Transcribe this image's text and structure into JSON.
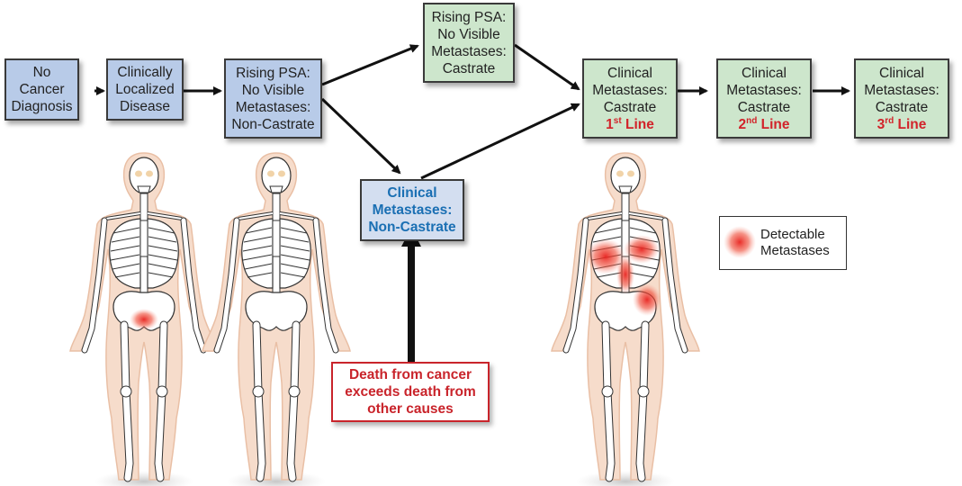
{
  "flow": {
    "no_cancer": [
      "No",
      "Cancer",
      "Diagnosis"
    ],
    "localized": [
      "Clinically",
      "Localized",
      "Disease"
    ],
    "rising_noncastrate": [
      "Rising PSA:",
      "No Visible",
      "Metastases:",
      "Non-Castrate"
    ],
    "rising_castrate": [
      "Rising PSA:",
      "No Visible",
      "Metastases:",
      "Castrate"
    ],
    "clinical_noncastrate": [
      "Clinical",
      "Metastases:",
      "Non-Castrate"
    ],
    "castrate_lines": [
      {
        "lines": [
          "Clinical",
          "Metastases:",
          "Castrate"
        ],
        "ordinal": "1",
        "suffix": "st",
        "word": "Line"
      },
      {
        "lines": [
          "Clinical",
          "Metastases:",
          "Castrate"
        ],
        "ordinal": "2",
        "suffix": "nd",
        "word": "Line"
      },
      {
        "lines": [
          "Clinical",
          "Metastases:",
          "Castrate"
        ],
        "ordinal": "3",
        "suffix": "rd",
        "word": "Line"
      }
    ],
    "death_note": [
      "Death from cancer",
      "exceeds death from",
      "other causes"
    ]
  },
  "legend": {
    "label": [
      "Detectable",
      "Metastases"
    ]
  },
  "colors": {
    "blue_box": "#b8cbe8",
    "green_box": "#cde6cc",
    "accent_red": "#d2232a",
    "accent_blue": "#1a6fb3",
    "skin": "#f6dccb"
  }
}
